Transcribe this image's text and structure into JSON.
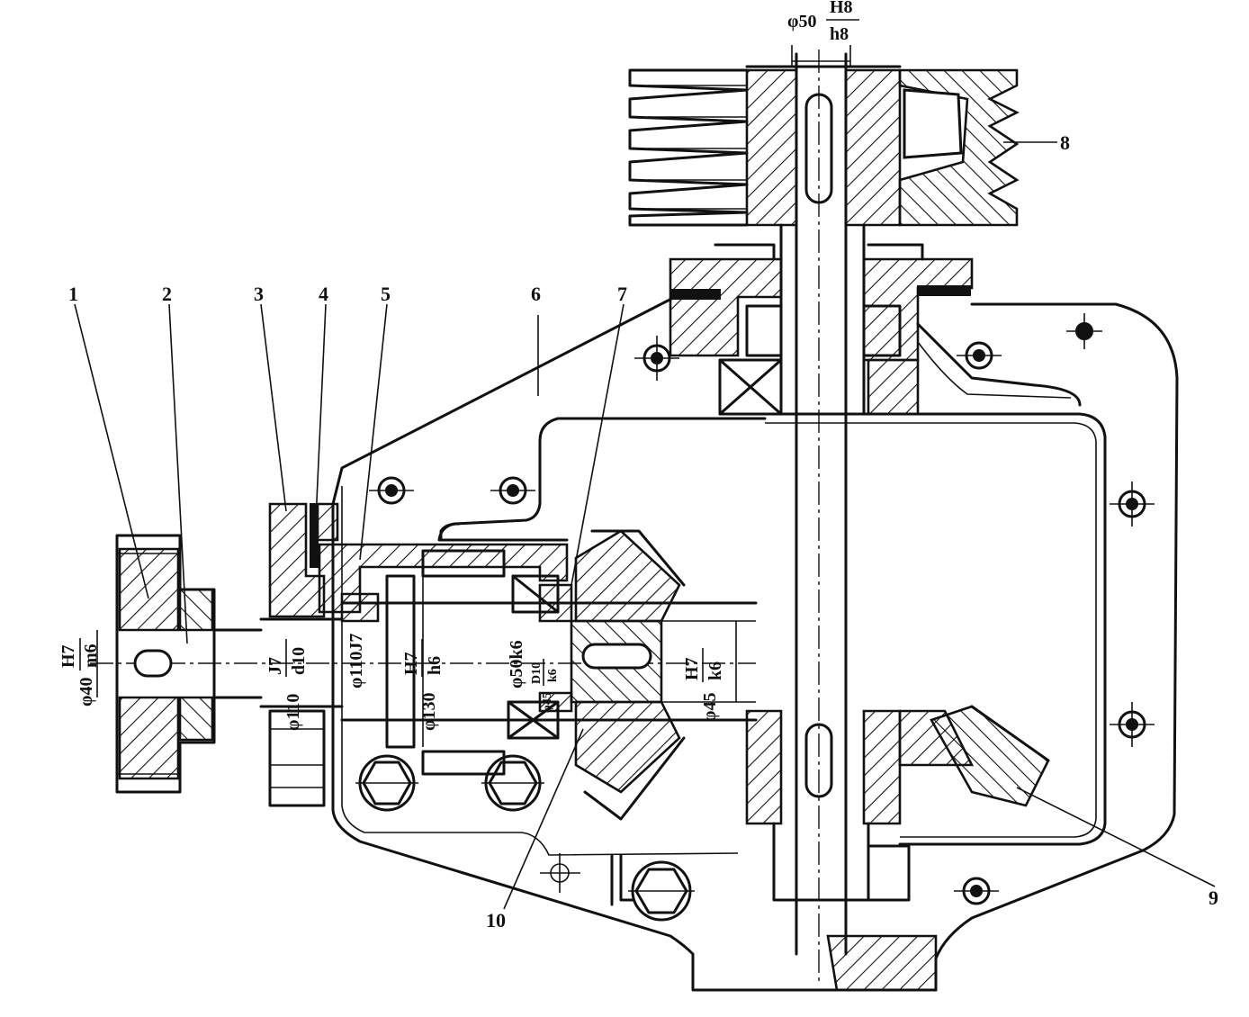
{
  "part_labels": [
    "1",
    "2",
    "3",
    "4",
    "5",
    "6",
    "7",
    "8",
    "9",
    "10"
  ],
  "dimensions": {
    "pulley_bore": {
      "prefix": "φ50",
      "num": "H8",
      "den": "h8"
    },
    "coupling_bore": {
      "prefix": "φ40",
      "num": "H7",
      "den": "m6"
    },
    "cover_fit": {
      "prefix": "φ110",
      "num": "J7",
      "den": "d10"
    },
    "housing_bore": {
      "text": "φ110J7"
    },
    "sleeve_fit": {
      "prefix": "φ130",
      "num": "H7",
      "den": "h6"
    },
    "bearing_journal": {
      "text": "φ50k6"
    },
    "spacer_fit": {
      "prefix": "φ45",
      "num": "D10",
      "den": "k6"
    },
    "gear_bore": {
      "prefix": "φ45",
      "num": "H7",
      "den": "k6"
    }
  }
}
